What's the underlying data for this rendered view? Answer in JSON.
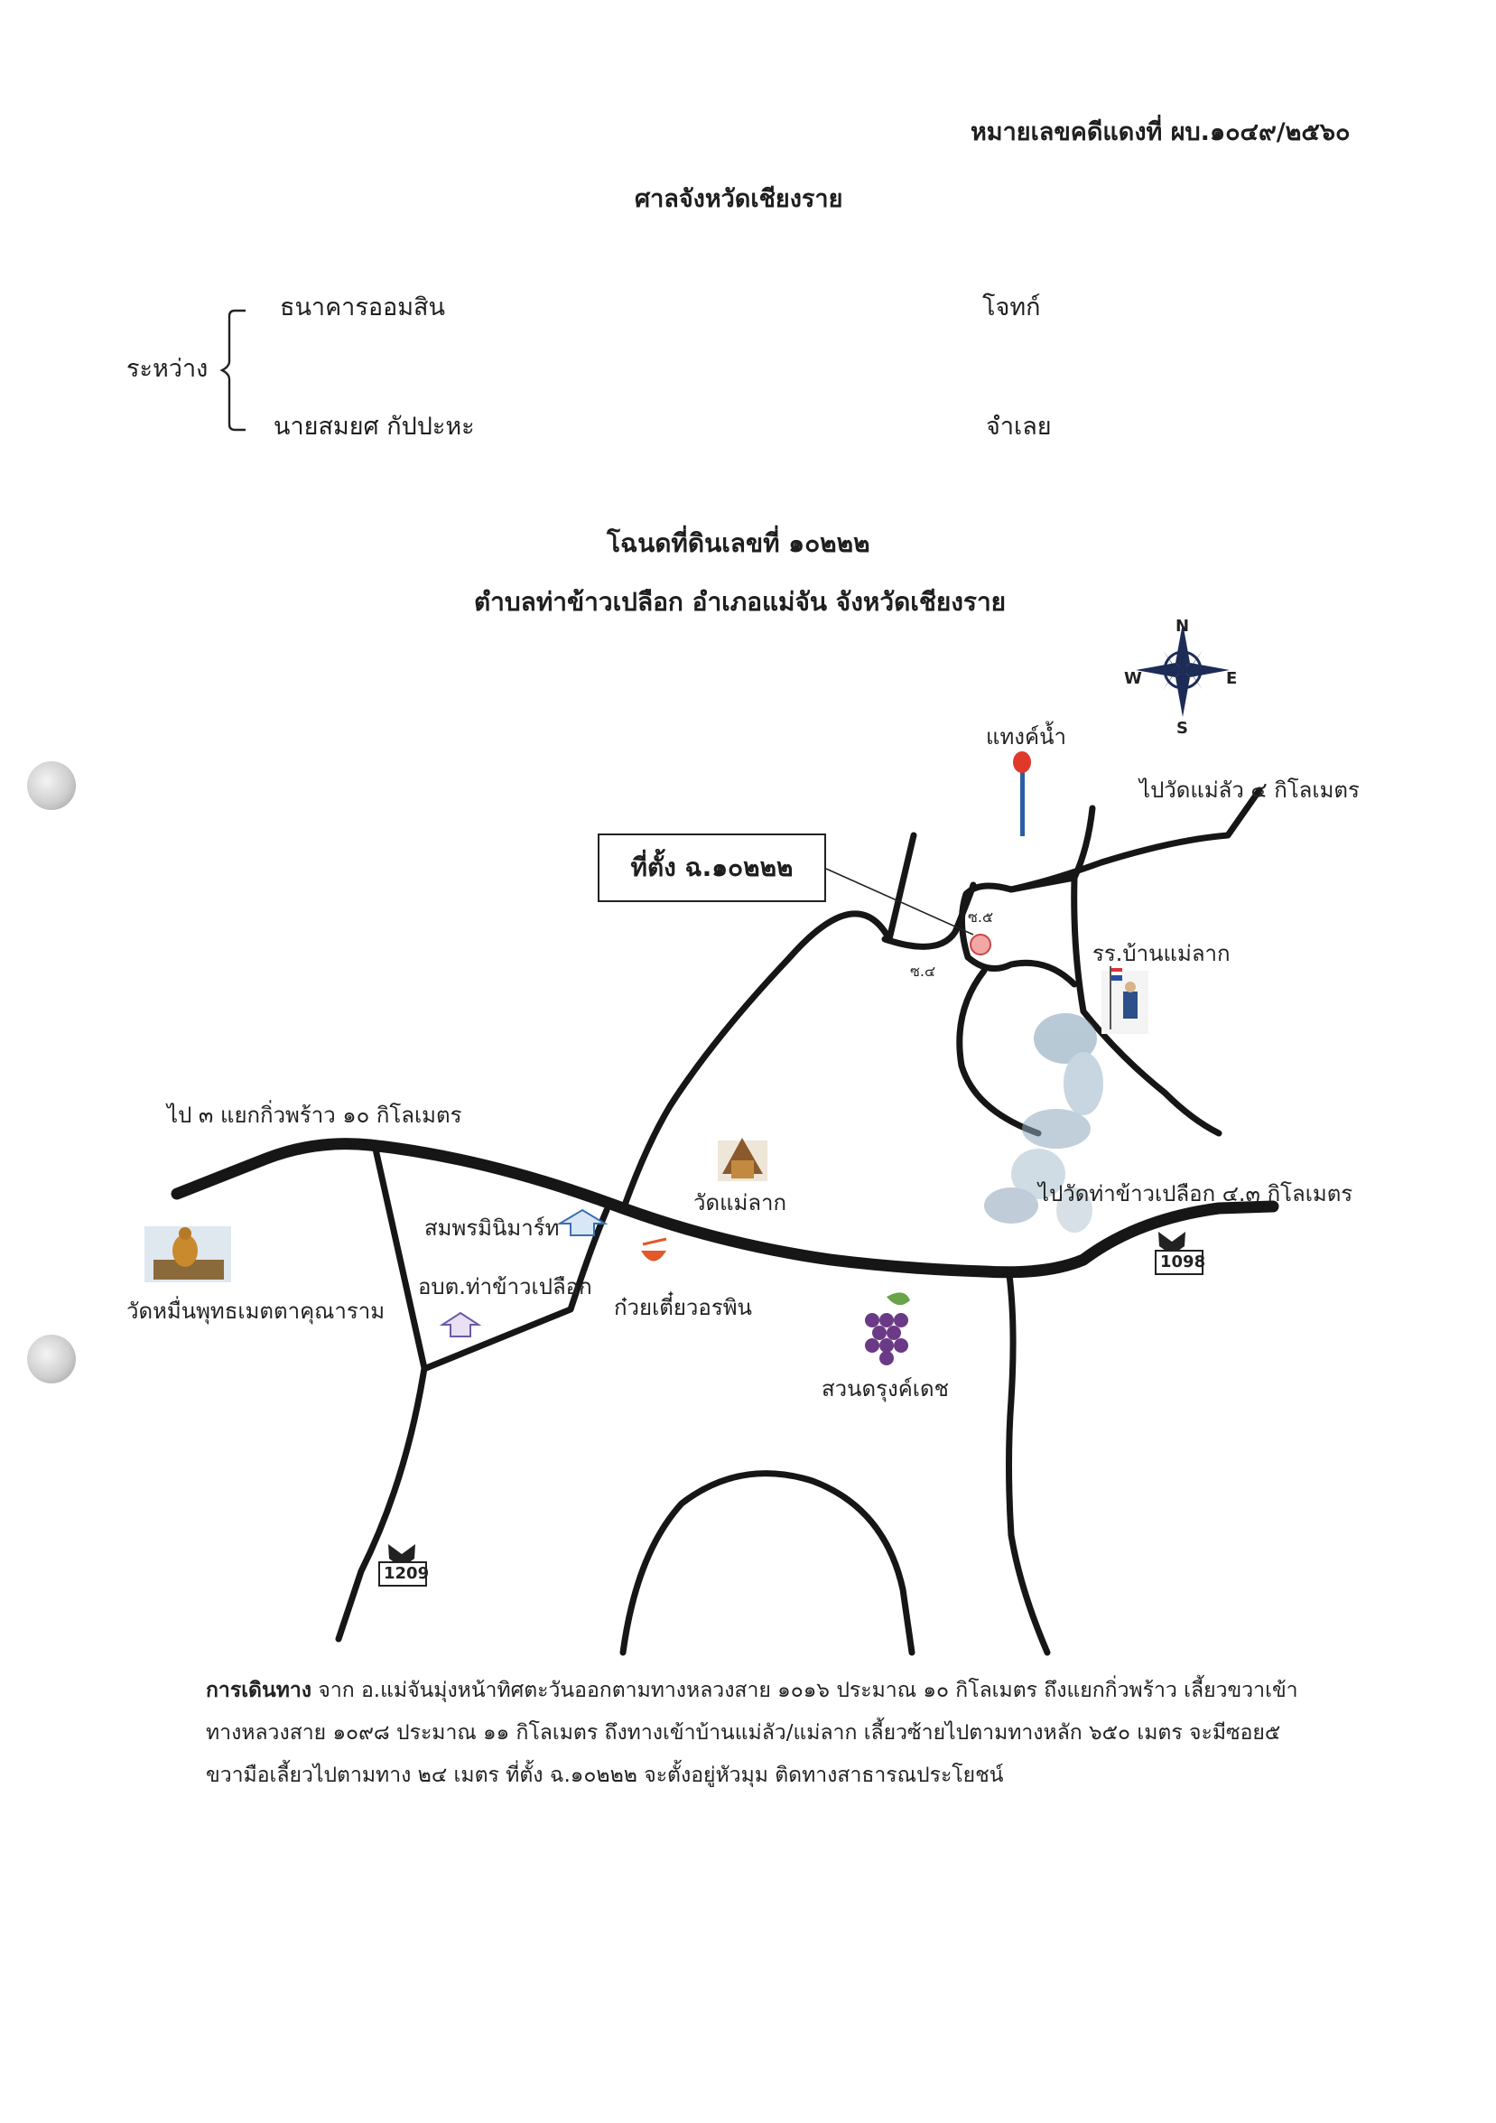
{
  "header": {
    "case_number": "หมายเลขคดีแดงที่ ผบ.๑๐๔๙/๒๕๖๐",
    "court": "ศาลจังหวัดเชียงราย"
  },
  "parties": {
    "between_label": "ระหว่าง",
    "plaintiff_name": "ธนาคารออมสิน",
    "plaintiff_role": "โจทก์",
    "defendant_name": "นายสมยศ  กัปปะหะ",
    "defendant_role": "จำเลย"
  },
  "title": {
    "line1": "โฉนดที่ดินเลขที่ ๑๐๒๒๒",
    "line2": "ตำบลท่าข้าวเปลือก อำเภอแม่จัน จังหวัดเชียงราย"
  },
  "map": {
    "compass": {
      "n": "N",
      "s": "S",
      "e": "E",
      "w": "W"
    },
    "location_box": "ที่ตั้ง ฉ.๑๐๒๒๒",
    "soi5": "ซ.๕",
    "soi4": "ซ.๔",
    "water_tower": "แทงค์น้ำ",
    "to_wat_mae_lua": "ไปวัดแม่ลัว ๔ กิโลเมตร",
    "school": "รร.บ้านแม่ลาก",
    "to_kiw_phrao": "ไป ๓ แยกกิ่วพร้าว ๑๐ กิโลเมตร",
    "wat_mae_lak": "วัดแม่ลาก",
    "to_wat_tha_khao_plueak": "ไปวัดท่าข้าวเปลือก ๔.๓ กิโลเมตร",
    "minimart": "สมพรมินิมาร์ท",
    "sao_office": "อบต.ท่าข้าวเปลือก",
    "noodle_shop": "ก๋วยเตี๋ยวอรพิน",
    "temple_west": "วัดหมื่นพุทธเมตตาคุณาราม",
    "vineyard": "สวนดรุงค์เดช",
    "road_1098": "1098",
    "road_1209": "1209"
  },
  "directions": {
    "heading": "การเดินทาง",
    "line1": " จาก อ.แม่จันมุ่งหน้าทิศตะวันออกตามทางหลวงสาย ๑๐๑๖ ประมาณ ๑๐ กิโลเมตร ถึงแยกกิ่วพร้าว เลี้ยวขวาเข้า",
    "line2": "ทางหลวงสาย ๑๐๙๘ ประมาณ ๑๑ กิโลเมตร ถึงทางเข้าบ้านแม่ลัว/แม่ลาก เลี้ยวซ้ายไปตามทางหลัก ๖๕๐ เมตร จะมีซอย๕",
    "line3": "ขวามือเลี้ยวไปตามทาง ๒๔ เมตร ที่ตั้ง ฉ.๑๐๒๒๒ จะตั้งอยู่หัวมุม ติดทางสาธารณประโยชน์"
  }
}
